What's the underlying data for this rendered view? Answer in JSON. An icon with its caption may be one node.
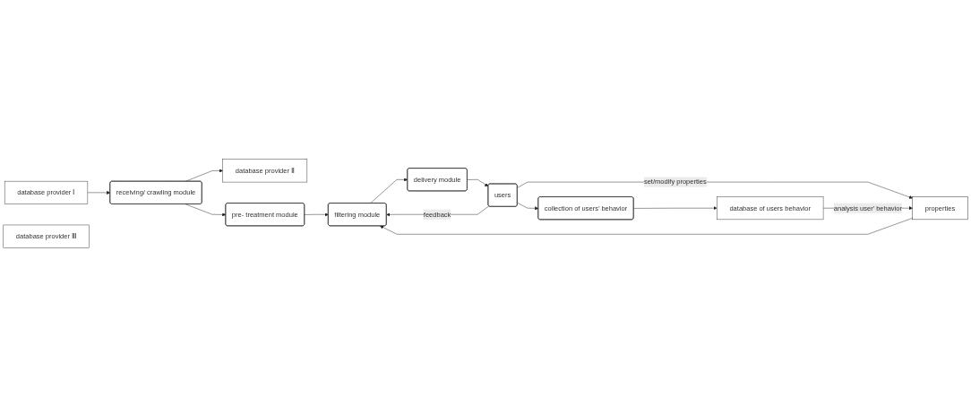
{
  "diagram": {
    "nodes": [
      {
        "text": [
          "database provider Ⅰ"
        ]
      },
      {
        "text": [
          "database provider Ⅱ"
        ]
      },
      {
        "text": [
          "database provider Ⅲ"
        ]
      },
      {
        "text": [
          "receiving/ crawling module"
        ]
      },
      {
        "text": [
          "pre- treatment module"
        ]
      },
      {
        "text": [
          "filtering module"
        ]
      },
      {
        "text": [
          "delivery module"
        ]
      },
      {
        "text": [
          "users"
        ]
      },
      {
        "text": [
          "collection of users’ behavior"
        ]
      },
      {
        "text": [
          "database of users behavior"
        ]
      },
      {
        "text": [
          "properties"
        ]
      }
    ],
    "edges": [
      {
        "from": 0,
        "to": 3,
        "arrow": "to"
      },
      {
        "from": 3,
        "to": 1,
        "arrow": "to"
      },
      {
        "from": 3,
        "to": 4,
        "arrow": "to"
      },
      {
        "from": 4,
        "to": 5,
        "arrow": "to"
      },
      {
        "from": 5,
        "to": 6,
        "arrow": "to"
      },
      {
        "from": 6,
        "to": 7,
        "arrow": "to"
      },
      {
        "from": 7,
        "to": 5,
        "arrow": "to",
        "label": "feedback"
      },
      {
        "from": 7,
        "to": 8,
        "arrow": "to"
      },
      {
        "from": 8,
        "to": 9,
        "arrow": "to"
      },
      {
        "from": 7,
        "to": 10,
        "arrow": "to",
        "label": "set/modify properties"
      },
      {
        "from": 10,
        "to": 5,
        "arrow": "to"
      },
      {
        "from": 9,
        "to": 10,
        "arrow": "to",
        "label": "analysis user' behavior"
      }
    ]
  }
}
